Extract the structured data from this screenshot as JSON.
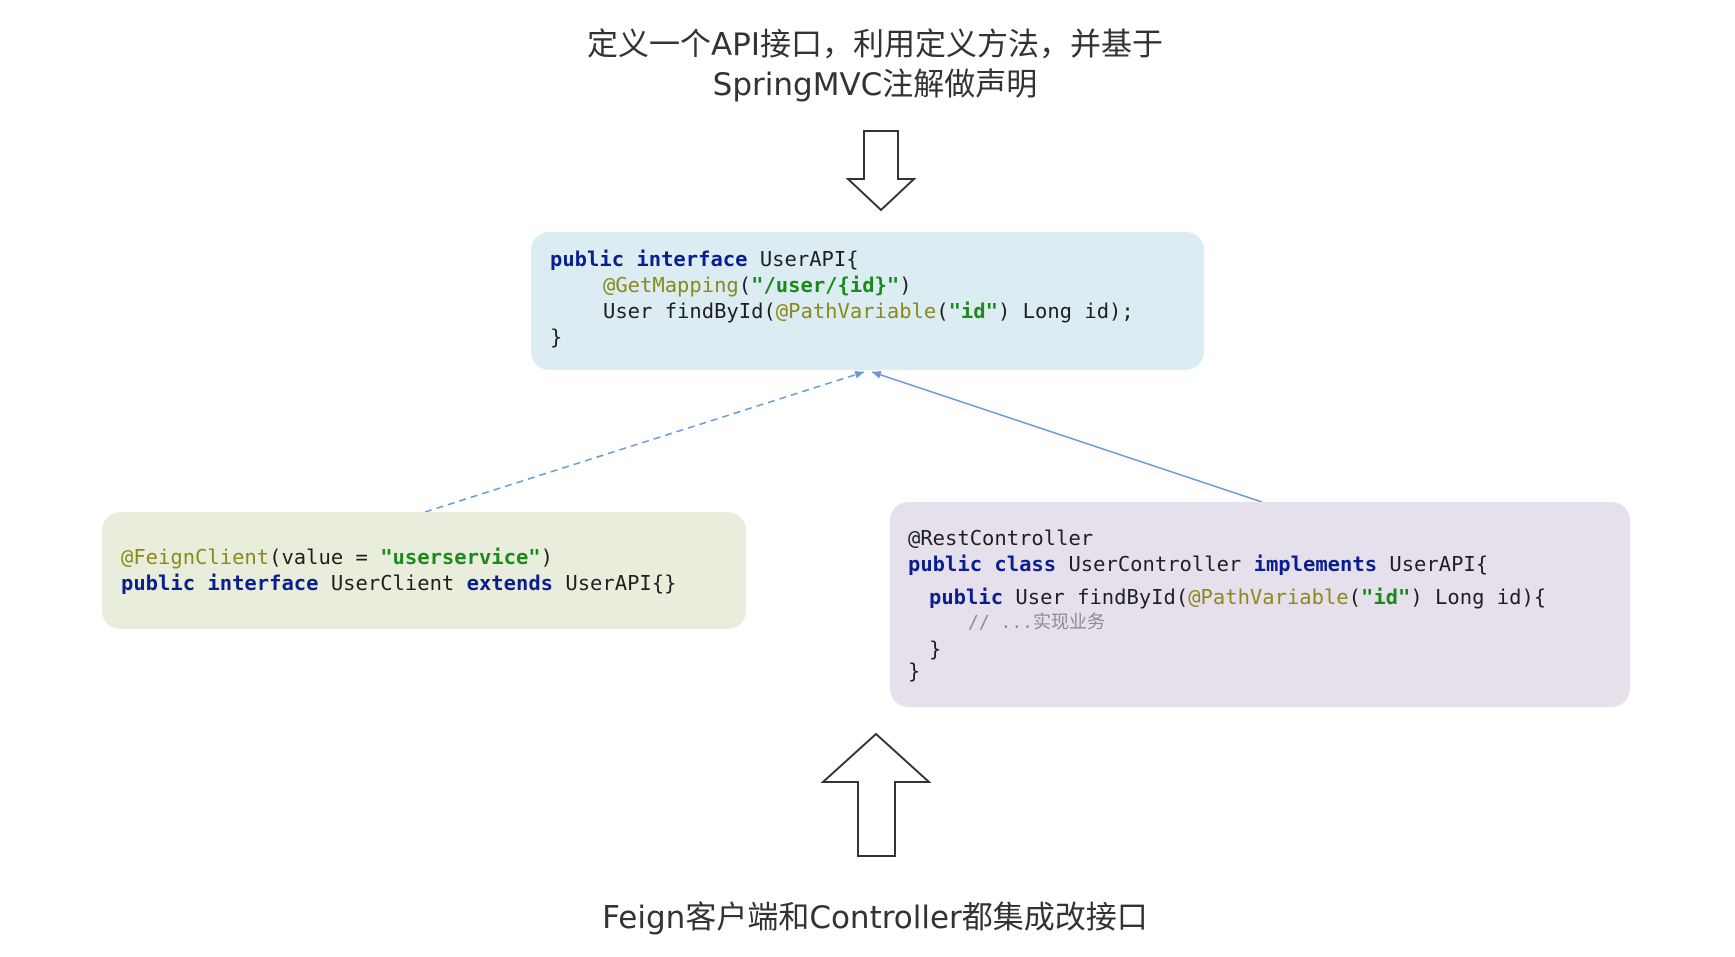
{
  "top_caption": {
    "line1": "定义一个API接口，利用定义方法，并基于",
    "line2": "SpringMVC注解做声明"
  },
  "api_box": {
    "kw_public": "public",
    "kw_interface": "interface",
    "name": " UserAPI{",
    "ann_get": "@GetMapping",
    "open1": "(",
    "str_path": "\"/user/{id}\"",
    "close1": ")",
    "method_pre": "User findById(",
    "ann_path": "@PathVariable",
    "open2": "(",
    "str_id": "\"id\"",
    "method_post": ") Long id);",
    "close_brace": "}"
  },
  "feign_box": {
    "ann_feign": "@FeignClient",
    "args_pre": "(value = ",
    "str_service": "\"userservice\"",
    "args_post": ")",
    "kw_public": "public",
    "kw_interface": "interface",
    "client_name": " UserClient ",
    "kw_extends": "extends",
    "parent": " UserAPI{}"
  },
  "ctrl_box": {
    "ann_rest": "@RestController",
    "kw_public": "public",
    "kw_class": "class",
    "class_name": " UserController ",
    "kw_implements": "implements",
    "iface": " UserAPI{",
    "kw_public2": "public",
    "method_pre": " User findById(",
    "ann_path": "@PathVariable",
    "open": "(",
    "str_id": "\"id\"",
    "method_post": ") Long id){",
    "comment": "// ...实现业务",
    "inner_close": "}",
    "outer_close": "}"
  },
  "bottom_caption": "Feign客户端和Controller都集成改接口",
  "colors": {
    "api_box_bg": "#dcecf3",
    "feign_box_bg": "#e9eedc",
    "ctrl_box_bg": "#e5e0ec",
    "arrow_connector": "#6a9ad6",
    "keyword": "#0a1f8f",
    "annotation": "#8a8a1a",
    "string": "#1a8a1a",
    "comment": "#8c8c8c"
  }
}
